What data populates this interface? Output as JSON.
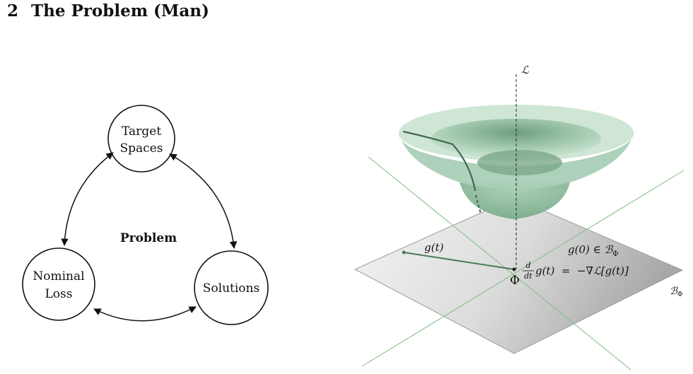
{
  "section": {
    "number": "2",
    "title": "The Problem (Man)"
  },
  "cycle_diagram": {
    "center_label": "Problem",
    "nodes": [
      {
        "id": "target-spaces",
        "line1": "Target",
        "line2": "Spaces"
      },
      {
        "id": "nominal-loss",
        "line1": "Nominal",
        "line2": "Loss"
      },
      {
        "id": "solutions",
        "line1": "Solutions",
        "line2": ""
      }
    ]
  },
  "landscape_figure": {
    "axis_label": "ℒ",
    "path_label": "g(t)",
    "origin_label": "Φ",
    "init_condition": "g(0) ∈ ℬ",
    "init_sub": "Φ",
    "ode_lhs_num": "d",
    "ode_lhs_den": "dt",
    "ode_rhs": "g(t)  =  −∇ℒ[g(t)]",
    "plane_label": "ℬ",
    "plane_sub": "Φ"
  },
  "colors": {
    "surface": "#a9cfb6",
    "surface_dark": "#6e9c7f",
    "curve": "#3f6b52",
    "guide_lines": "#7fbf7f",
    "plane_light": "#f4f4f4",
    "plane_dark": "#a8a8a8"
  }
}
